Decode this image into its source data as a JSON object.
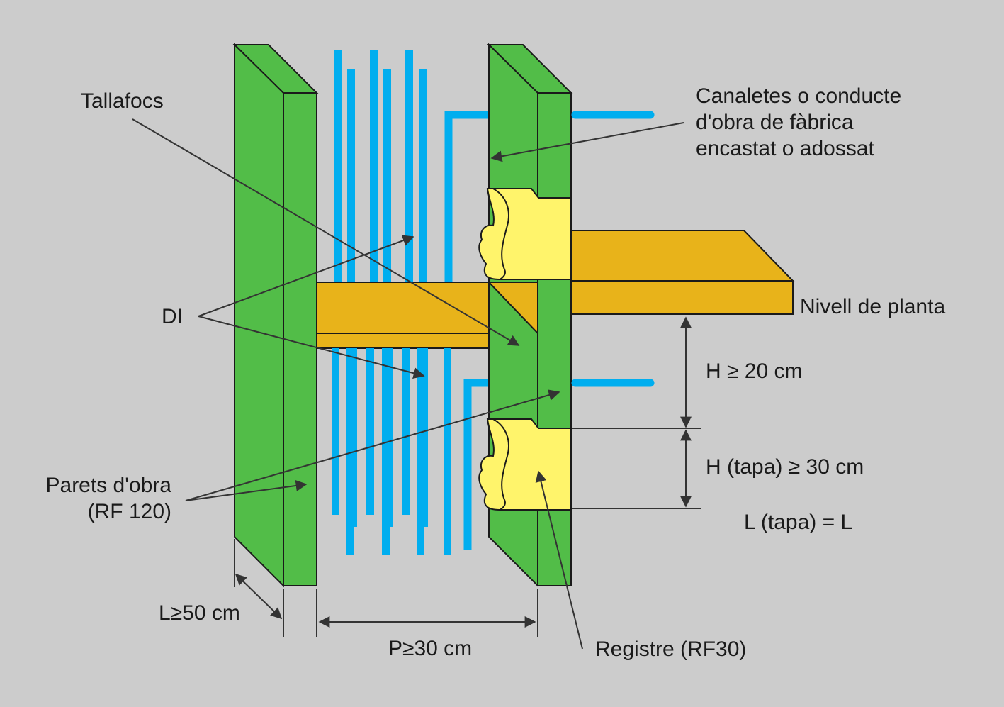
{
  "labels": {
    "tallafocs": "Tallafocs",
    "canaletes_line1": "Canaletes o conducte",
    "canaletes_line2": "d'obra de fàbrica",
    "canaletes_line3": "encastat o adossat",
    "di": "DI",
    "nivell": "Nivell de planta",
    "h20": "H ≥ 20 cm",
    "htapa": "H (tapa) ≥ 30 cm",
    "ltapa": "L (tapa) = L",
    "parets_line1": "Parets d'obra",
    "parets_line2": "(RF 120)",
    "l50": "L≥50 cm",
    "p30": "P≥30 cm",
    "registre": "Registre (RF30)"
  },
  "colors": {
    "background": "#cccccc",
    "wall_green": "#52bd48",
    "pipe_blue": "#00aeef",
    "slab_orange": "#e8b31a",
    "register_yellow": "#fff46b",
    "line": "#333333"
  }
}
